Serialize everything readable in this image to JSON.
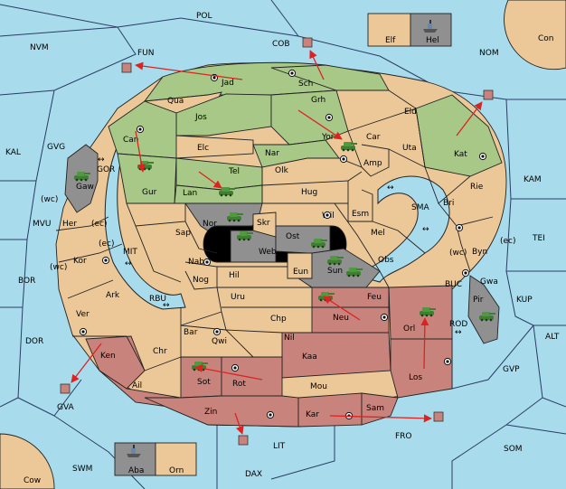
{
  "colors": {
    "sea": "#a8dcec",
    "neutral_land": "#ecc898",
    "green_power": "#a8c888",
    "red_power": "#c8847c",
    "gray_power": "#909090",
    "order_arrow": "#dd2222",
    "army_unit": "#4a8a3a"
  },
  "sea_regions": [
    {
      "id": "POL",
      "label": "POL"
    },
    {
      "id": "NVM",
      "label": "NVM"
    },
    {
      "id": "FUN",
      "label": "FUN"
    },
    {
      "id": "COB",
      "label": "COB"
    },
    {
      "id": "NOM",
      "label": "NOM"
    },
    {
      "id": "KAL",
      "label": "KAL"
    },
    {
      "id": "GVG",
      "label": "GVG"
    },
    {
      "id": "KAM",
      "label": "KAM"
    },
    {
      "id": "SMA",
      "label": "SMA"
    },
    {
      "id": "TEI",
      "label": "TEI"
    },
    {
      "id": "MVU",
      "label": "MVU"
    },
    {
      "id": "MIT",
      "label": "MIT"
    },
    {
      "id": "KUP",
      "label": "KUP"
    },
    {
      "id": "BOR",
      "label": "BOR"
    },
    {
      "id": "RBU",
      "label": "RBU"
    },
    {
      "id": "BUC",
      "label": "BUC"
    },
    {
      "id": "ROD",
      "label": "ROD"
    },
    {
      "id": "ALT",
      "label": "ALT"
    },
    {
      "id": "DOR",
      "label": "DOR"
    },
    {
      "id": "GVP",
      "label": "GVP"
    },
    {
      "id": "GVA",
      "label": "GVA"
    },
    {
      "id": "FRO",
      "label": "FRO"
    },
    {
      "id": "SOM",
      "label": "SOM"
    },
    {
      "id": "LIT",
      "label": "LIT"
    },
    {
      "id": "SWM",
      "label": "SWM"
    },
    {
      "id": "DAX",
      "label": "DAX"
    }
  ],
  "corner_lands": [
    {
      "id": "Con",
      "label": "Con"
    },
    {
      "id": "Cow",
      "label": "Cow"
    }
  ],
  "offshore_boxes": [
    {
      "id": "Elf",
      "label": "Elf",
      "owner": "neutral"
    },
    {
      "id": "Hel",
      "label": "Hel",
      "owner": "gray",
      "unit": "fleet"
    },
    {
      "id": "Aba",
      "label": "Aba",
      "owner": "gray",
      "unit": "fleet"
    },
    {
      "id": "Orn",
      "label": "Orn",
      "owner": "neutral"
    }
  ],
  "territories": [
    {
      "id": "Jad",
      "label": "Jad",
      "owner": "green"
    },
    {
      "id": "Sch",
      "label": "Sch",
      "owner": "green"
    },
    {
      "id": "Qua",
      "label": "Qua",
      "owner": "neutral"
    },
    {
      "id": "Jos",
      "label": "Jos",
      "owner": "green"
    },
    {
      "id": "Grh",
      "label": "Grh",
      "owner": "green"
    },
    {
      "id": "Eld",
      "label": "Eld",
      "owner": "neutral"
    },
    {
      "id": "Can",
      "label": "Can",
      "owner": "green"
    },
    {
      "id": "Elc",
      "label": "Elc",
      "owner": "neutral"
    },
    {
      "id": "Nar",
      "label": "Nar",
      "owner": "green"
    },
    {
      "id": "Yor",
      "label": "Yor",
      "owner": "neutral"
    },
    {
      "id": "Car",
      "label": "Car",
      "owner": "neutral"
    },
    {
      "id": "Uta",
      "label": "Uta",
      "owner": "neutral"
    },
    {
      "id": "Kat",
      "label": "Kat",
      "owner": "green"
    },
    {
      "id": "Gur",
      "label": "Gur",
      "owner": "green"
    },
    {
      "id": "Tel",
      "label": "Tel",
      "owner": "green"
    },
    {
      "id": "Lan",
      "label": "Lan",
      "owner": "green"
    },
    {
      "id": "Olk",
      "label": "Olk",
      "owner": "neutral"
    },
    {
      "id": "Amp",
      "label": "Amp",
      "owner": "neutral"
    },
    {
      "id": "Hug",
      "label": "Hug",
      "owner": "neutral"
    },
    {
      "id": "Rie",
      "label": "Rie",
      "owner": "neutral"
    },
    {
      "id": "Bri",
      "label": "Bri",
      "owner": "neutral"
    },
    {
      "id": "Gaw",
      "label": "Gaw",
      "owner": "gray"
    },
    {
      "id": "Nor",
      "label": "Nor",
      "owner": "gray"
    },
    {
      "id": "Wil",
      "label": "Wil",
      "owner": "neutral"
    },
    {
      "id": "Esm",
      "label": "Esm",
      "owner": "neutral"
    },
    {
      "id": "Her",
      "label": "Her",
      "owner": "neutral"
    },
    {
      "id": "Skr",
      "label": "Skr",
      "owner": "neutral"
    },
    {
      "id": "Ost",
      "label": "Ost",
      "owner": "gray"
    },
    {
      "id": "Web",
      "label": "Web",
      "owner": "gray"
    },
    {
      "id": "Sap",
      "label": "Sap",
      "owner": "neutral"
    },
    {
      "id": "Mel",
      "label": "Mel",
      "owner": "neutral"
    },
    {
      "id": "Byn",
      "label": "Byn",
      "owner": "neutral"
    },
    {
      "id": "Kor",
      "label": "Kor",
      "owner": "neutral"
    },
    {
      "id": "Nab",
      "label": "Nab",
      "owner": "neutral"
    },
    {
      "id": "Eun",
      "label": "Eun",
      "owner": "neutral"
    },
    {
      "id": "Sun",
      "label": "Sun",
      "owner": "gray"
    },
    {
      "id": "Obs",
      "label": "Obs",
      "owner": "neutral"
    },
    {
      "id": "Gwa",
      "label": "Gwa",
      "owner": "neutral"
    },
    {
      "id": "Hil",
      "label": "Hil",
      "owner": "neutral"
    },
    {
      "id": "Nog",
      "label": "Nog",
      "owner": "neutral"
    },
    {
      "id": "Pir",
      "label": "Pir",
      "owner": "gray"
    },
    {
      "id": "Ark",
      "label": "Ark",
      "owner": "neutral"
    },
    {
      "id": "Uru",
      "label": "Uru",
      "owner": "neutral"
    },
    {
      "id": "Feu",
      "label": "Feu",
      "owner": "red"
    },
    {
      "id": "Neu",
      "label": "Neu",
      "owner": "red"
    },
    {
      "id": "Chp",
      "label": "Chp",
      "owner": "neutral"
    },
    {
      "id": "Orl",
      "label": "Orl",
      "owner": "red"
    },
    {
      "id": "Ver",
      "label": "Ver",
      "owner": "neutral"
    },
    {
      "id": "Bar",
      "label": "Bar",
      "owner": "neutral"
    },
    {
      "id": "Qwi",
      "label": "Qwi",
      "owner": "neutral"
    },
    {
      "id": "Nil",
      "label": "Nil",
      "owner": "neutral"
    },
    {
      "id": "Chr",
      "label": "Chr",
      "owner": "neutral"
    },
    {
      "id": "Ken",
      "label": "Ken",
      "owner": "red"
    },
    {
      "id": "Kaa",
      "label": "Kaa",
      "owner": "red"
    },
    {
      "id": "Los",
      "label": "Los",
      "owner": "red"
    },
    {
      "id": "Sot",
      "label": "Sot",
      "owner": "red"
    },
    {
      "id": "Rot",
      "label": "Rot",
      "owner": "red"
    },
    {
      "id": "Ail",
      "label": "Ail",
      "owner": "red"
    },
    {
      "id": "Mou",
      "label": "Mou",
      "owner": "neutral"
    },
    {
      "id": "Zin",
      "label": "Zin",
      "owner": "red"
    },
    {
      "id": "Kar",
      "label": "Kar",
      "owner": "red"
    },
    {
      "id": "Sam",
      "label": "Sam",
      "owner": "red"
    }
  ],
  "coast_labels": [
    "(wc)",
    "(ec)",
    "(ec)",
    "(wc)",
    "(wc)",
    "(ec)"
  ],
  "connection_markers": [
    "↔",
    "↔",
    "↔",
    "↔",
    "↔",
    "↔"
  ]
}
